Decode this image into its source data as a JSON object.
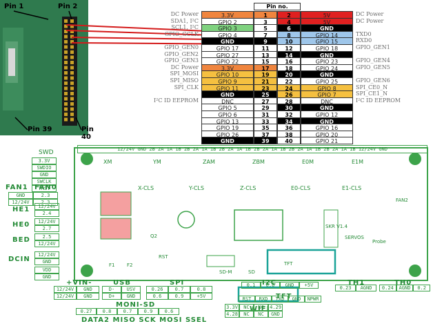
{
  "pi_labels": {
    "pin1": "Pin 1",
    "pin2": "Pin 2",
    "pin39": "Pin 39",
    "pin40": "Pin 40"
  },
  "table_header": "Pin no.",
  "rows": [
    {
      "l": "DC Power",
      "a": "3.3V",
      "n1": "1",
      "n2": "2",
      "b": "5V",
      "r": "DC Power",
      "ca": "#f0853e",
      "cb": "#e02020"
    },
    {
      "l": "SDA1, I²C",
      "a": "GPIO 2",
      "n1": "3",
      "n2": "4",
      "b": "5V",
      "r": "DC Power",
      "ca": "#ffffff",
      "cb": "#e02020"
    },
    {
      "l": "SCL1, I²C",
      "a": "GPIO 3",
      "n1": "5",
      "n2": "6",
      "b": "GND",
      "r": "",
      "ca": "#7fd27f",
      "cb": "#000000"
    },
    {
      "l": "GPIO_GCLK",
      "a": "GPIO 4",
      "n1": "7",
      "n2": "8",
      "b": "GPIO 14",
      "r": "TXD0",
      "ca": "#ffffff",
      "cb": "#9ec6ea"
    },
    {
      "l": "",
      "a": "GND",
      "n1": "9",
      "n2": "10",
      "b": "GPIO 15",
      "r": "RXD0",
      "ca": "#000000",
      "cb": "#9ec6ea"
    },
    {
      "l": "GPIO_GEN0",
      "a": "GPIO 17",
      "n1": "11",
      "n2": "12",
      "b": "GPIO 18",
      "r": "GPIO_GEN1",
      "ca": "#ffffff",
      "cb": "#ffffff"
    },
    {
      "l": "GPIO_GEN2",
      "a": "GPIO 27",
      "n1": "13",
      "n2": "14",
      "b": "GND",
      "r": "",
      "ca": "#ffffff",
      "cb": "#000000"
    },
    {
      "l": "GPIO_GEN3",
      "a": "GPIO 22",
      "n1": "15",
      "n2": "16",
      "b": "GPIO 23",
      "r": "GPIO_GEN4",
      "ca": "#ffffff",
      "cb": "#ffffff"
    },
    {
      "l": "DC Power",
      "a": "3.3V",
      "n1": "17",
      "n2": "18",
      "b": "GPIO 24",
      "r": "GPIO_GEN5",
      "ca": "#f0853e",
      "cb": "#ffffff"
    },
    {
      "l": "SPI_MOSI",
      "a": "GPIO 10",
      "n1": "19",
      "n2": "20",
      "b": "GND",
      "r": "",
      "ca": "#f5c040",
      "cb": "#000000"
    },
    {
      "l": "SPI_MISO",
      "a": "GPIO 9",
      "n1": "21",
      "n2": "22",
      "b": "GPIO 25",
      "r": "GPIO_GEN6",
      "ca": "#f5c040",
      "cb": "#ffffff"
    },
    {
      "l": "SPI_CLK",
      "a": "GPIO 11",
      "n1": "23",
      "n2": "24",
      "b": "GPIO 8",
      "r": "SPI_CE0_N",
      "ca": "#f5c040",
      "cb": "#f5c040"
    },
    {
      "l": "",
      "a": "GND",
      "n1": "25",
      "n2": "26",
      "b": "GPIO 7",
      "r": "SPI_CE1_N",
      "ca": "#000000",
      "cb": "#f5c040"
    },
    {
      "l": "I²C ID EEPROM",
      "a": "DNC",
      "n1": "27",
      "n2": "28",
      "b": "DNC",
      "r": "I²C ID EEPROM",
      "ca": "#ffffff",
      "cb": "#ffffff"
    },
    {
      "l": "",
      "a": "GPIO 5",
      "n1": "29",
      "n2": "30",
      "b": "GND",
      "r": "",
      "ca": "#ffffff",
      "cb": "#000000"
    },
    {
      "l": "",
      "a": "GPIO 6",
      "n1": "31",
      "n2": "32",
      "b": "GPIO 12",
      "r": "",
      "ca": "#ffffff",
      "cb": "#ffffff"
    },
    {
      "l": "",
      "a": "GPIO 13",
      "n1": "33",
      "n2": "34",
      "b": "GND",
      "r": "",
      "ca": "#ffffff",
      "cb": "#000000"
    },
    {
      "l": "",
      "a": "GPIO 19",
      "n1": "35",
      "n2": "36",
      "b": "GPIO 16",
      "r": "",
      "ca": "#ffffff",
      "cb": "#ffffff"
    },
    {
      "l": "",
      "a": "GPIO 26",
      "n1": "37",
      "n2": "38",
      "b": "GPIO 20",
      "r": "",
      "ca": "#ffffff",
      "cb": "#ffffff"
    },
    {
      "l": "",
      "a": "GND",
      "n1": "39",
      "n2": "40",
      "b": "GPIO 21",
      "r": "",
      "ca": "#000000",
      "cb": "#ffffff"
    }
  ],
  "board": {
    "swd": "SWD",
    "swd_pins": [
      "3.3V",
      "SWDIO",
      "GND",
      "SWCLK",
      "TRST"
    ],
    "fan1": "FAN1",
    "fan0": "FAN0",
    "fan_vals": [
      "GND",
      "2.3",
      "12/24V",
      "2.3"
    ],
    "he1": "HE1",
    "he0": "HE0",
    "bed": "BED",
    "dcin": "DCIN",
    "he1_vals": [
      "12/24V",
      "2.4"
    ],
    "he0_vals": [
      "12/24V",
      "2.7"
    ],
    "bed_vals": [
      "2.5",
      "12/24V"
    ],
    "dcin_vals": [
      "12/24V",
      "GND"
    ],
    "vdd_box": [
      "VDD",
      "GND"
    ],
    "top_strip": "12/24V GND 2B 2A 1A 1B 2B 2A 1A 1B 2B 2A 1A 1B 2B 2A 1A 1B 2B 2A 1A 1B 2B 2A 1A 1B 12/24V GND",
    "drivers": [
      "XM",
      "YM",
      "ZAM",
      "ZBM",
      "E0M",
      "E1M"
    ],
    "cls_labels": [
      "X-CLS",
      "Y-CLS",
      "Z-CLS",
      "E0-CLS",
      "E1-CLS"
    ],
    "vin": "+VIN-",
    "usb": "USB",
    "spi": "SPI",
    "i2c": "I2C",
    "tft": "TFT",
    "wifi": "WIFI",
    "th1": "TH1",
    "th0": "TH0",
    "moni": "MONI-SD",
    "vin_box": [
      "12/24V",
      "GND",
      "12/24V",
      "GND"
    ],
    "usb_box": [
      "D-",
      "USV",
      "D+",
      "GND"
    ],
    "spi_box": [
      "0.26",
      "0.7",
      "0.8",
      "0.6",
      "0.9",
      "+5V"
    ],
    "i2c_box": [
      "0.1",
      "0.0",
      "GND",
      "+5V"
    ],
    "tft_box": [
      "RST",
      "RXD",
      "TXD",
      "GND",
      "NPWR"
    ],
    "wifi_box": [
      "3.3V",
      "NC",
      "NC",
      "4.29",
      "4.28",
      "NC",
      "NC",
      "GND"
    ],
    "th1_box": [
      "0.23",
      "AGND"
    ],
    "th0_box": [
      "0.24",
      "AGND",
      "0.2"
    ],
    "moni_box": [
      "0.27",
      "0.8",
      "0.7",
      "0.9",
      "0.6"
    ],
    "bottom_text": "DATA2 MISO SCK MOSI SSEL",
    "board_marks": [
      "SKR V1.4",
      "SERVOS",
      "Probe",
      "FAN2",
      "TFT",
      "SD-M",
      "SD",
      "Q2",
      "F1",
      "F2",
      "RST"
    ]
  }
}
